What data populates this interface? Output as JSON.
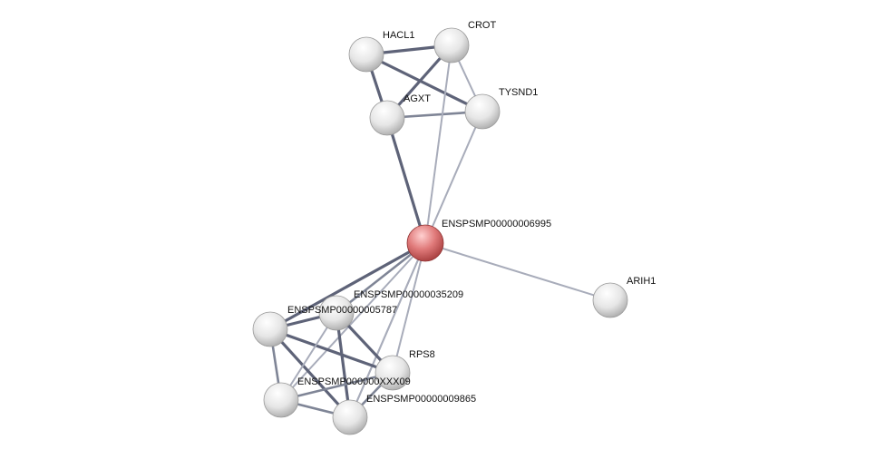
{
  "network": {
    "nodes": [
      {
        "id": "hacl1",
        "label": "HACL1",
        "query": false
      },
      {
        "id": "crot",
        "label": "CROT",
        "query": false
      },
      {
        "id": "agxt",
        "label": "AGXT",
        "query": false
      },
      {
        "id": "tysnd1",
        "label": "TYSND1",
        "query": false
      },
      {
        "id": "center",
        "label": "ENSPSMP00000006995",
        "query": true
      },
      {
        "id": "arih1",
        "label": "ARIH1",
        "query": false
      },
      {
        "id": "p35209",
        "label": "ENSPSMP00000035209",
        "query": false
      },
      {
        "id": "p5787",
        "label": "ENSPSMP00000005787",
        "query": false
      },
      {
        "id": "rps8",
        "label": "RPS8",
        "query": false
      },
      {
        "id": "pXX09",
        "label": "ENSPSMP000000XXX09",
        "query": false
      },
      {
        "id": "p9865",
        "label": "ENSPSMP00000009865",
        "query": false
      }
    ],
    "edges": [
      {
        "source": "hacl1",
        "target": "crot",
        "strength": "strong"
      },
      {
        "source": "hacl1",
        "target": "agxt",
        "strength": "strong"
      },
      {
        "source": "hacl1",
        "target": "tysnd1",
        "strength": "strong"
      },
      {
        "source": "crot",
        "target": "agxt",
        "strength": "strong"
      },
      {
        "source": "crot",
        "target": "tysnd1",
        "strength": "light"
      },
      {
        "source": "agxt",
        "target": "tysnd1",
        "strength": "medium"
      },
      {
        "source": "agxt",
        "target": "center",
        "strength": "strong"
      },
      {
        "source": "crot",
        "target": "center",
        "strength": "light"
      },
      {
        "source": "tysnd1",
        "target": "center",
        "strength": "light"
      },
      {
        "source": "center",
        "target": "arih1",
        "strength": "light"
      },
      {
        "source": "center",
        "target": "p5787",
        "strength": "medium"
      },
      {
        "source": "center",
        "target": "p35209",
        "strength": "medium"
      },
      {
        "source": "center",
        "target": "pXX09",
        "strength": "light"
      },
      {
        "source": "center",
        "target": "rps8",
        "strength": "light"
      },
      {
        "source": "center",
        "target": "p9865",
        "strength": "light"
      },
      {
        "source": "center",
        "target": "p9865b",
        "strength": "light"
      },
      {
        "source": "p5787",
        "target": "p35209",
        "strength": "strong"
      },
      {
        "source": "p5787",
        "target": "rps8",
        "strength": "strong"
      },
      {
        "source": "p5787",
        "target": "pXX09",
        "strength": "medium"
      },
      {
        "source": "p5787",
        "target": "p9865b",
        "strength": "strong"
      },
      {
        "source": "p35209",
        "target": "rps8",
        "strength": "strong"
      },
      {
        "source": "p35209",
        "target": "pXX09",
        "strength": "light"
      },
      {
        "source": "p35209",
        "target": "p9865b",
        "strength": "strong"
      },
      {
        "source": "rps8",
        "target": "pXX09",
        "strength": "medium"
      },
      {
        "source": "rps8",
        "target": "p9865b",
        "strength": "medium"
      },
      {
        "source": "pXX09",
        "target": "p9865b",
        "strength": "medium"
      },
      {
        "source": "p5787",
        "target": "center",
        "strength": "strong"
      }
    ]
  },
  "colors": {
    "query_node": "#e07a7a",
    "node": "#e8e8e8",
    "edge_strong": "#5e6378",
    "edge_medium": "#7f8596",
    "edge_light": "#a8acba"
  }
}
